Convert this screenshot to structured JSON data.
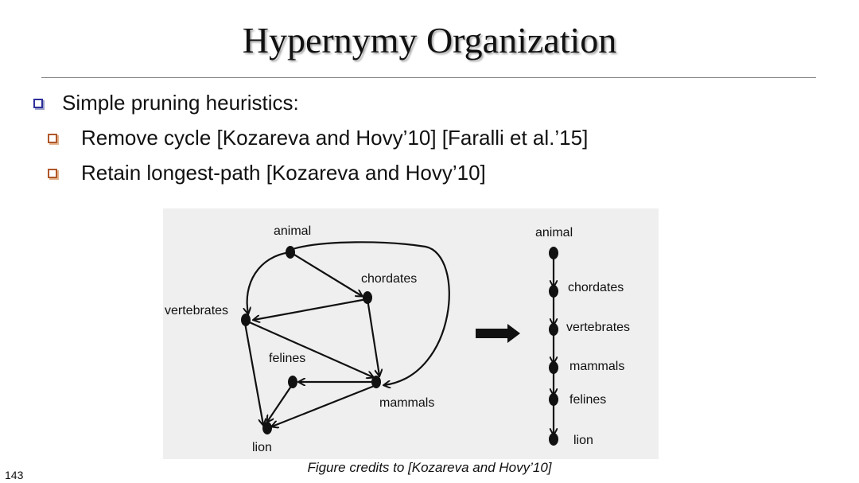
{
  "slide": {
    "title": "Hypernymy Organization",
    "bullets": [
      "Simple pruning heuristics:",
      "Remove cycle [Kozareva and Hovy’10] [Faralli et al.’15]",
      "Retain longest-path [Kozareva and Hovy’10]"
    ],
    "caption": "Figure credits to [Kozareva and Hovy’10]",
    "page_number": "143"
  },
  "graph_left": {
    "nodes": [
      "animal",
      "chordates",
      "vertebrates",
      "felines",
      "mammals",
      "lion"
    ]
  },
  "graph_right": {
    "nodes": [
      "animal",
      "chordates",
      "vertebrates",
      "mammals",
      "felines",
      "lion"
    ]
  },
  "colors": {
    "main_bullet": "#2d2f9a",
    "sub_bullet": "#b0572a",
    "figure_bg": "#efefef"
  },
  "icons": {
    "main_bullet": "square-bullet-icon",
    "sub_bullet": "square-bullet-icon",
    "transform_arrow": "right-arrow-icon"
  }
}
